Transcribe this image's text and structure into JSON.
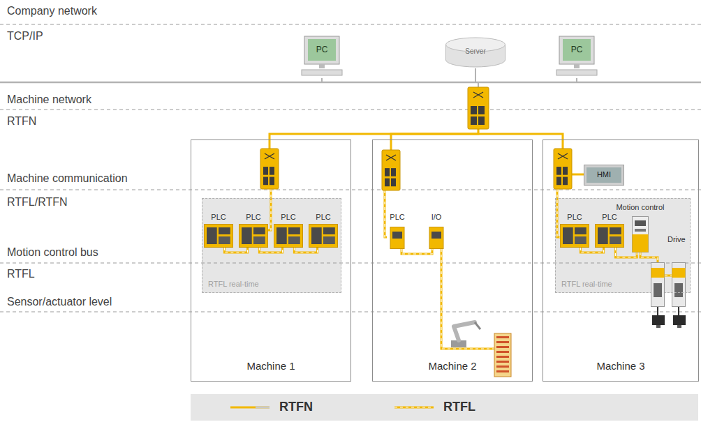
{
  "diagram": {
    "nodes": [
      {
        "text": [
          "PC"
        ]
      },
      {
        "text": [
          "Server"
        ]
      },
      {
        "text": [
          "PC"
        ]
      },
      {
        "text": [
          "Machine 1"
        ]
      },
      {
        "text": [
          "RTFL real-time"
        ],
        "in": 3
      },
      {
        "text": [
          "PLC"
        ],
        "in": 4
      },
      {
        "text": [
          "PLC"
        ],
        "in": 4
      },
      {
        "text": [
          "PLC"
        ],
        "in": 4
      },
      {
        "text": [
          "PLC"
        ],
        "in": 4
      },
      {
        "text": [
          "Machine 2"
        ]
      },
      {
        "text": [
          "PLC"
        ],
        "in": 9
      },
      {
        "text": [
          "I/O"
        ],
        "in": 9
      },
      {
        "text": [
          "Machine 3"
        ]
      },
      {
        "text": [
          "HMI"
        ],
        "in": 12
      },
      {
        "text": [
          "RTFL real-time"
        ],
        "in": 12
      },
      {
        "text": [
          "PLC"
        ],
        "in": 14
      },
      {
        "text": [
          "PLC"
        ],
        "in": 14
      },
      {
        "text": [
          "Motion control"
        ],
        "in": 14
      },
      {
        "text": [
          "Drive"
        ],
        "in": 12
      }
    ],
    "edges": [
      {
        "from": 5,
        "to": 6,
        "arrow": "none"
      },
      {
        "from": 6,
        "to": 7,
        "arrow": "none"
      },
      {
        "from": 7,
        "to": 8,
        "arrow": "none"
      },
      {
        "from": 10,
        "to": 11,
        "arrow": "none"
      },
      {
        "from": 15,
        "to": 16,
        "arrow": "none"
      },
      {
        "from": 16,
        "to": 17,
        "arrow": "none"
      },
      {
        "from": 17,
        "to": 18,
        "arrow": "none"
      }
    ],
    "labels": [
      "Company network",
      "TCP/IP",
      "Machine network",
      "RTFN",
      "Machine communication",
      "RTFL/RTFN",
      "Motion control bus",
      "RTFL",
      "Sensor/actuator level"
    ],
    "legend": [
      {
        "text": "RTFN"
      },
      {
        "text": "RTFL"
      }
    ]
  }
}
